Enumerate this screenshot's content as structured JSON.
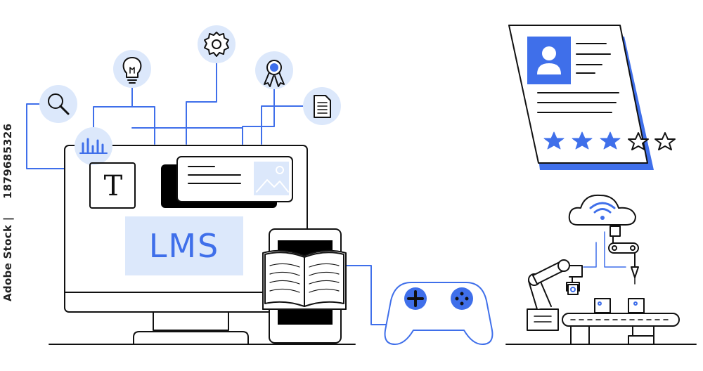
{
  "illustration": {
    "lms_label": "LMS",
    "text_tool_letter": "T",
    "resume_rating": 3,
    "resume_rating_max": 5
  },
  "watermark": {
    "vertical_text_top": "1879685326",
    "vertical_text_bottom": "Adobe Stock |"
  },
  "colors": {
    "accent": "#3f6fea",
    "accent_light": "#dce8fb",
    "line": "#111111"
  },
  "icons": [
    "search-icon",
    "lightbulb-icon",
    "gear-icon",
    "award-ribbon-icon",
    "document-icon",
    "bar-chart-icon",
    "image-icon",
    "wifi-cloud-icon",
    "gamepad-icon",
    "book-icon",
    "robot-arm-icon",
    "star-icon",
    "user-avatar-icon"
  ]
}
